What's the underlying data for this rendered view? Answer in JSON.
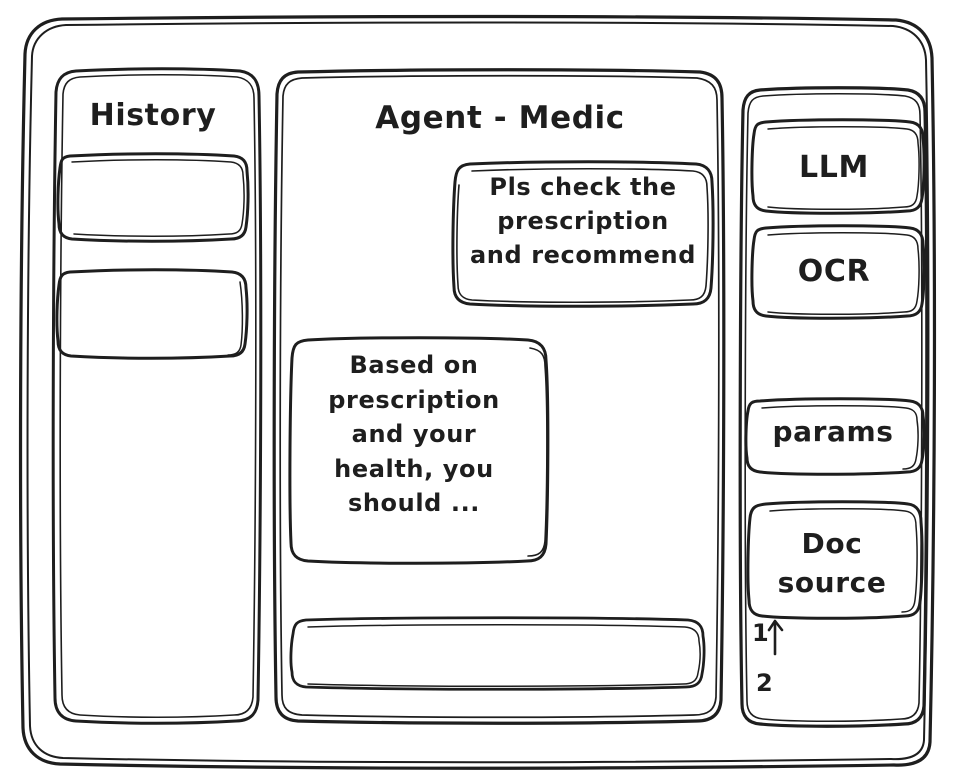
{
  "window": {
    "style": "hand-drawn-wireframe",
    "stroke_color": "#1e1e1e",
    "background_color": "#ffffff"
  },
  "sidebar_left": {
    "title": "History",
    "items": [
      {
        "label": ""
      },
      {
        "label": ""
      }
    ]
  },
  "main": {
    "title": "Agent - Medic",
    "messages": [
      {
        "role": "user",
        "text": "Pls check the\nprescription\nand recommend"
      },
      {
        "role": "assistant",
        "text": "Based on\nprescription\nand your\nhealth, you\nshould ..."
      }
    ],
    "composer": {
      "value": "",
      "placeholder": ""
    }
  },
  "sidebar_right": {
    "tools": [
      {
        "label": "LLM"
      },
      {
        "label": "OCR"
      },
      {
        "label": "params"
      },
      {
        "label": "Doc\nsource"
      }
    ],
    "doc_refs": [
      {
        "label": "1"
      },
      {
        "label": "2"
      }
    ]
  }
}
